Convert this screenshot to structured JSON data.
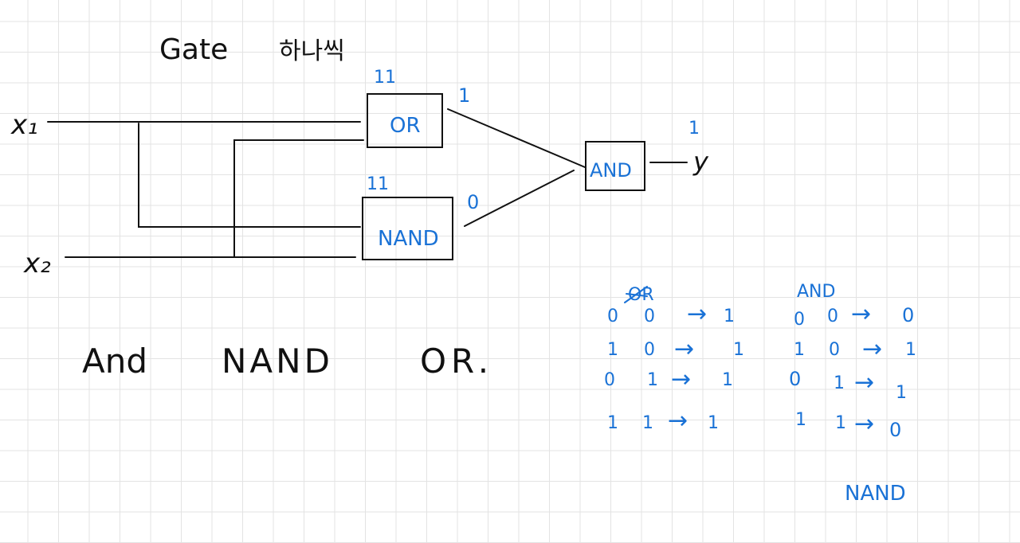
{
  "title": {
    "gate": "Gate",
    "korean": "하나씩"
  },
  "inputs": {
    "x1": "x₁",
    "x2": "x₂"
  },
  "output": {
    "y": "y",
    "y_value": "1"
  },
  "gates": {
    "or": {
      "label": "OR",
      "in_value": "11",
      "out_value": "1"
    },
    "nand": {
      "label": "NAND",
      "in_value": "11",
      "out_value": "0"
    },
    "and": {
      "label": "AND"
    }
  },
  "notes": {
    "and": "And",
    "nand": "NAND",
    "or": "OR."
  },
  "truth_tables": {
    "or": {
      "title": "OR",
      "rows": [
        {
          "a": "0",
          "b": "0",
          "arrow": "→",
          "out": "1"
        },
        {
          "a": "1",
          "b": "0",
          "arrow": "→",
          "out": "1"
        },
        {
          "a": "0",
          "b": "1",
          "arrow": "→",
          "out": "1"
        },
        {
          "a": "1",
          "b": "1",
          "arrow": "→",
          "out": "1"
        }
      ]
    },
    "and": {
      "title": "AND",
      "rows": [
        {
          "a": "0",
          "b": "0",
          "arrow": "→",
          "out": "0"
        },
        {
          "a": "1",
          "b": "0",
          "arrow": "→",
          "out": "1"
        },
        {
          "a": "0",
          "b": "1",
          "arrow": "→",
          "out": "1"
        },
        {
          "a": "1",
          "b": "1",
          "arrow": "→",
          "out": "0"
        }
      ]
    },
    "nand_caption": "NAND"
  },
  "colors": {
    "ink": "#111111",
    "blue": "#1a72d6",
    "grid": "#e3e3e3"
  }
}
